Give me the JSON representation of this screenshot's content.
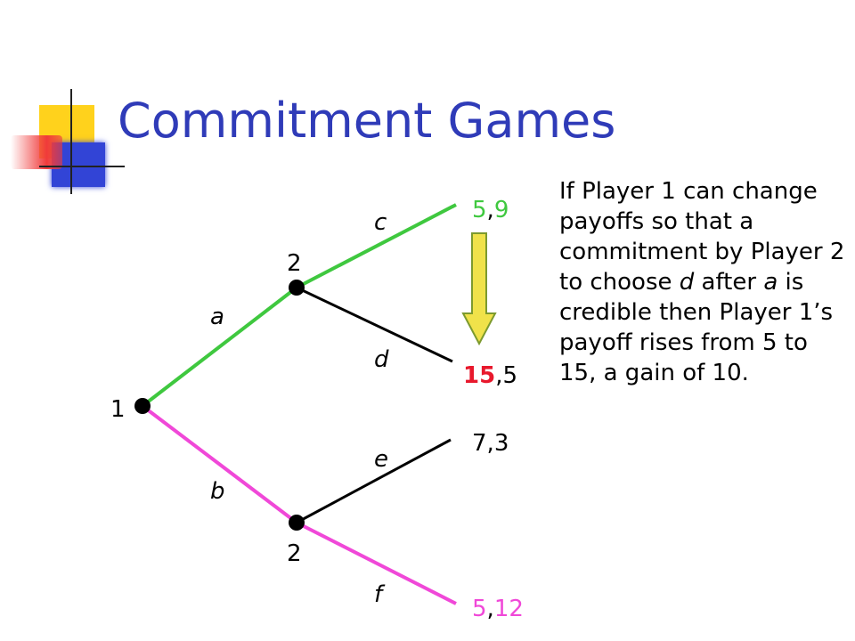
{
  "slide": {
    "title": "Commitment Games",
    "explanation": {
      "t1": "If Player 1 can change payoffs so that a commitment by Player 2 to choose ",
      "move_d": "d",
      "t2": "  after ",
      "move_a": "a",
      "t3": " is credible then Player 1’s payoff rises from 5 to 15, a gain of 10."
    }
  },
  "colors": {
    "title": "#2f3bb8",
    "green": "#3fc83f",
    "magenta": "#f048d8",
    "red": "#e8182c",
    "arrow_fill": "#f0e24a",
    "arrow_stroke": "#7c9a2e",
    "black": "#000000"
  },
  "tree": {
    "nodes": {
      "root": "1",
      "upper": "2",
      "lower": "2"
    },
    "moves": {
      "a": "a",
      "b": "b",
      "c": "c",
      "d": "d",
      "e": "e",
      "f": "f"
    },
    "payoffs": {
      "c": {
        "p1": "5",
        "sep": ",",
        "p2": "9"
      },
      "d": {
        "p1": "15",
        "sep": ",",
        "p2": "5"
      },
      "e": {
        "p1": "7",
        "sep": ",",
        "p2": "3"
      },
      "f": {
        "p1": "5",
        "sep": ",",
        "p2": "12"
      }
    }
  }
}
